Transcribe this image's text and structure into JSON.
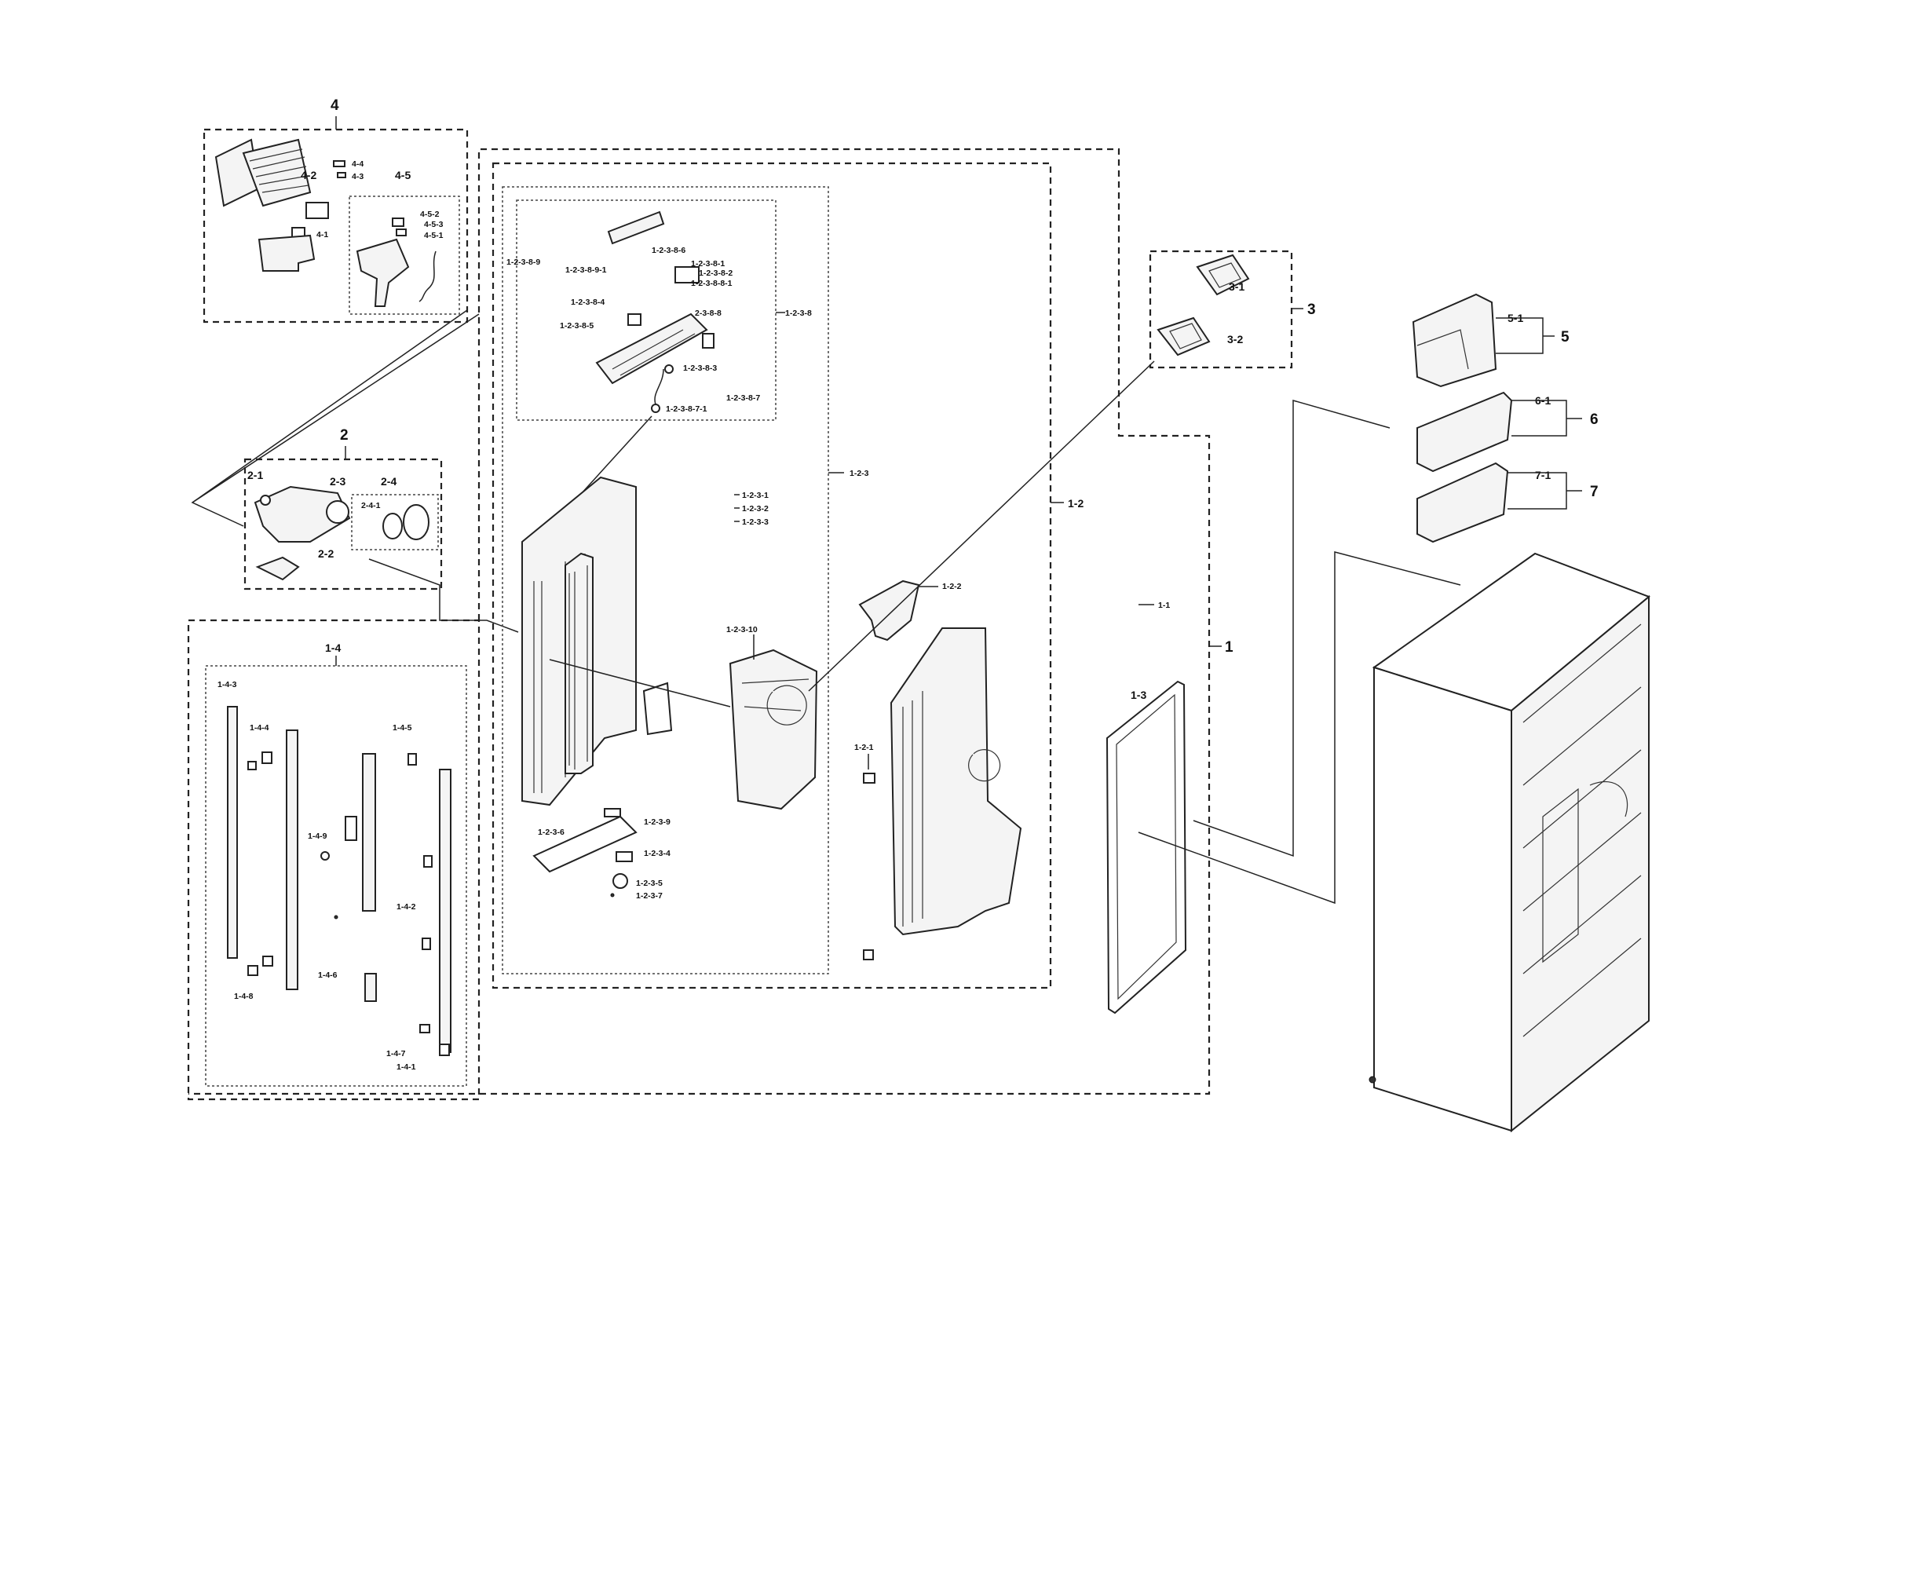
{
  "callouts": {
    "g1": "1",
    "g1_1": "1-1",
    "g1_2": "1-2",
    "g1_2_1": "1-2-1",
    "g1_2_2": "1-2-2",
    "g1_2_3": "1-2-3",
    "g1_2_3_1": "1-2-3-1",
    "g1_2_3_2": "1-2-3-2",
    "g1_2_3_3": "1-2-3-3",
    "g1_2_3_4": "1-2-3-4",
    "g1_2_3_5": "1-2-3-5",
    "g1_2_3_6": "1-2-3-6",
    "g1_2_3_7": "1-2-3-7",
    "g1_2_3_9": "1-2-3-9",
    "g1_2_3_10": "1-2-3-10",
    "g1_2_3_8": "1-2-3-8",
    "g1_2_3_8_1": "1-2-3-8-1",
    "g1_2_3_8_2": "1-2-3-8-2",
    "g1_2_3_8_3": "1-2-3-8-3",
    "g1_2_3_8_4": "1-2-3-8-4",
    "g1_2_3_8_5": "1-2-3-8-5",
    "g1_2_3_8_6": "1-2-3-8-6",
    "g1_2_3_8_7": "1-2-3-8-7",
    "g1_2_3_8_7_1": "1-2-3-8-7-1",
    "g1_2_3_8_8": "2-3-8-8",
    "g1_2_3_8_8_1": "1-2-3-8-8-1",
    "g1_2_3_8_9": "1-2-3-8-9",
    "g1_2_3_8_9_1": "1-2-3-8-9-1",
    "g1_3": "1-3",
    "g1_4": "1-4",
    "g1_4_1": "1-4-1",
    "g1_4_2": "1-4-2",
    "g1_4_3": "1-4-3",
    "g1_4_4": "1-4-4",
    "g1_4_5": "1-4-5",
    "g1_4_6": "1-4-6",
    "g1_4_7": "1-4-7",
    "g1_4_8": "1-4-8",
    "g1_4_9": "1-4-9",
    "g2": "2",
    "g2_1": "2-1",
    "g2_2": "2-2",
    "g2_3": "2-3",
    "g2_4": "2-4",
    "g2_4_1": "2-4-1",
    "g3": "3",
    "g3_1": "3-1",
    "g3_2": "3-2",
    "g4": "4",
    "g4_1": "4-1",
    "g4_2": "4-2",
    "g4_3": "4-3",
    "g4_4": "4-4",
    "g4_5": "4-5",
    "g4_5_1": "4-5-1",
    "g4_5_2": "4-5-2",
    "g4_5_3": "4-5-3",
    "g5": "5",
    "g5_1": "5-1",
    "g6": "6",
    "g6_1": "6-1",
    "g7": "7",
    "g7_1": "7-1"
  }
}
